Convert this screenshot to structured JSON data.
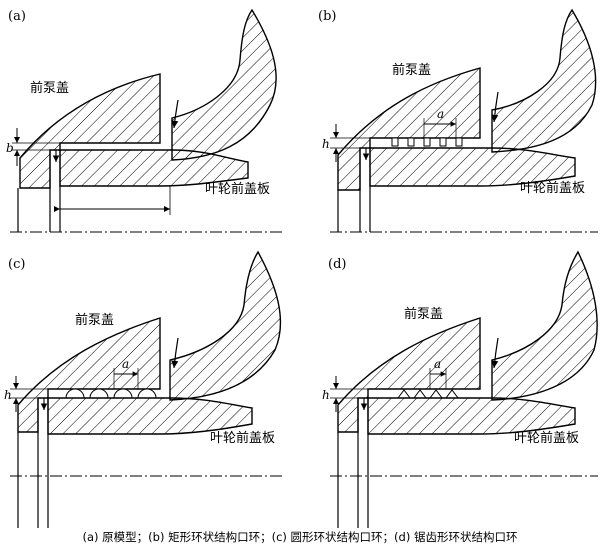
{
  "panels": [
    {
      "id": "a",
      "label": "(a)",
      "cover_label": "前泵盖",
      "impeller_label": "叶轮前盖板",
      "dim_label": "b"
    },
    {
      "id": "b",
      "label": "(b)",
      "cover_label": "前泵盖",
      "impeller_label": "叶轮前盖板",
      "dim_label": "h",
      "pitch_label": "a"
    },
    {
      "id": "c",
      "label": "(c)",
      "cover_label": "前泵盖",
      "impeller_label": "叶轮前盖板",
      "dim_label": "h",
      "pitch_label": "a"
    },
    {
      "id": "d",
      "label": "(d)",
      "cover_label": "前泵盖",
      "impeller_label": "叶轮前盖板",
      "dim_label": "h",
      "pitch_label": "a"
    }
  ],
  "caption": "(a)  原模型；(b)  矩形环状结构口环；(c)  圆形环状结构口环；(d)  锯齿形环状结构口环"
}
